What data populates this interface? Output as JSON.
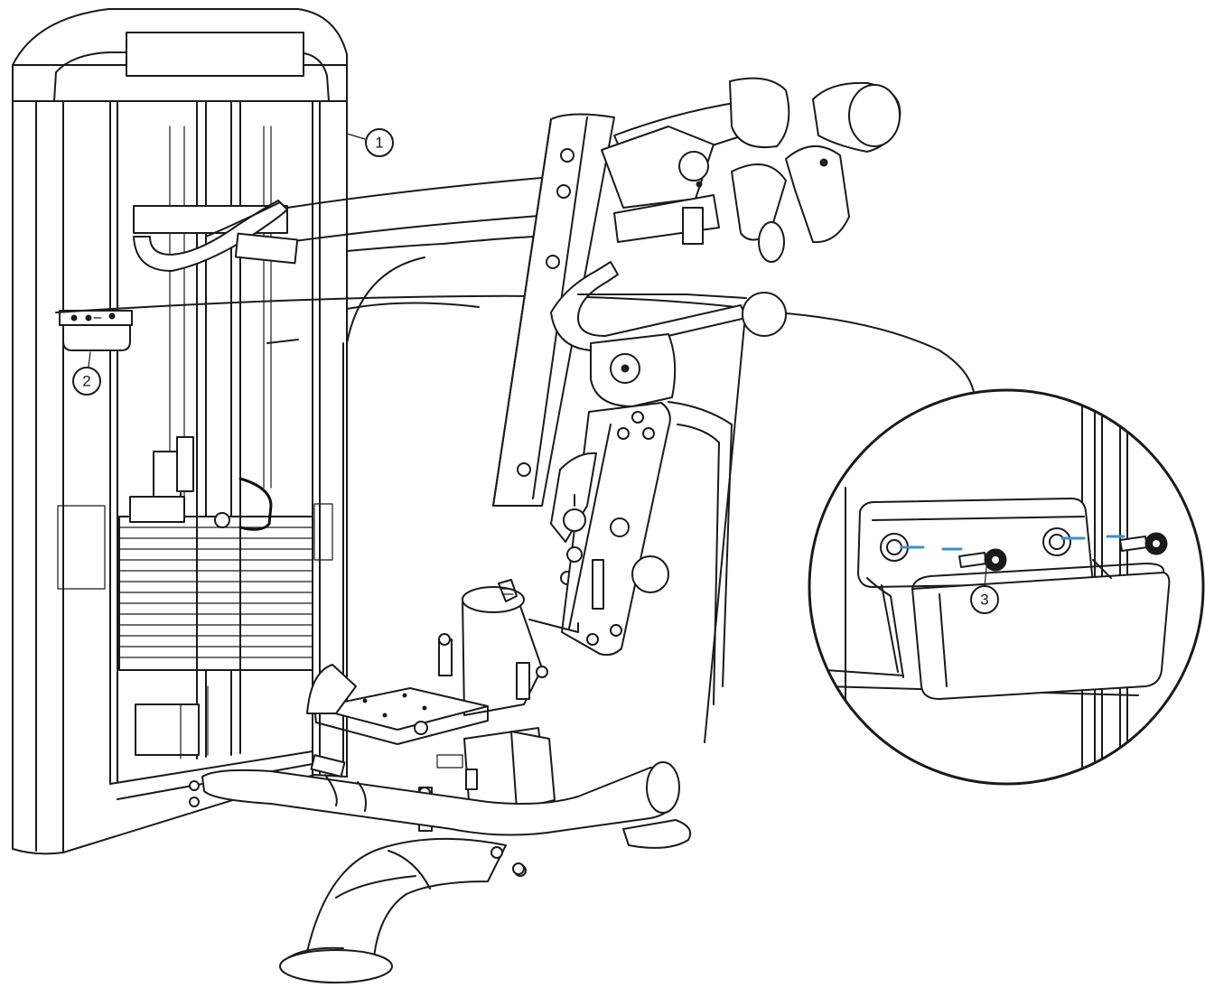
{
  "callouts": {
    "one": "1",
    "two": "2",
    "three": "3"
  },
  "colors": {
    "line": "#1a1a1a",
    "screw_marker": "#3b8fd6",
    "background": "#ffffff"
  }
}
